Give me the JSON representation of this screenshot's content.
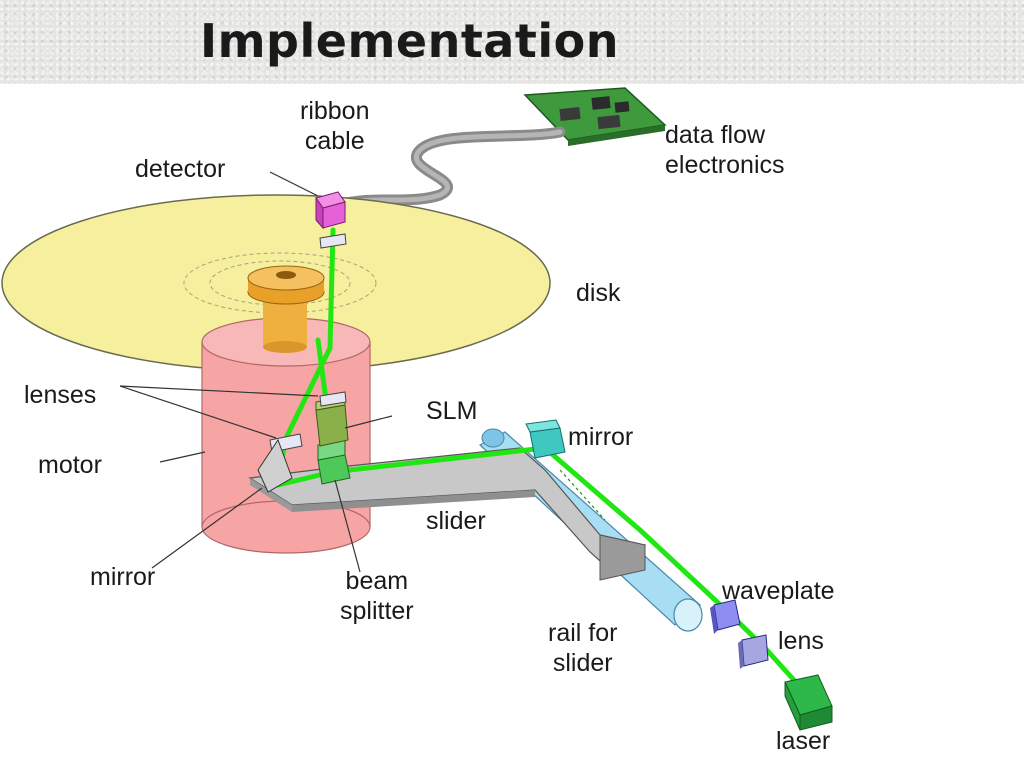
{
  "title": "Implementation",
  "labels": {
    "ribbon_cable": "ribbon\ncable",
    "data_flow": "data flow\nelectronics",
    "detector": "detector",
    "disk": "disk",
    "lenses": "lenses",
    "slm": "SLM",
    "mirror_top": "mirror",
    "motor": "motor",
    "slider": "slider",
    "mirror_bottom": "mirror",
    "beam_splitter": "beam\nsplitter",
    "rail": "rail for\nslider",
    "waveplate": "waveplate",
    "lens": "lens",
    "laser": "laser"
  },
  "colors": {
    "beam": "#22e614",
    "disk": "#f5ef9e",
    "motor": "#f7a4a4",
    "board": "#3e9a3c",
    "detector": "#e660d8"
  }
}
